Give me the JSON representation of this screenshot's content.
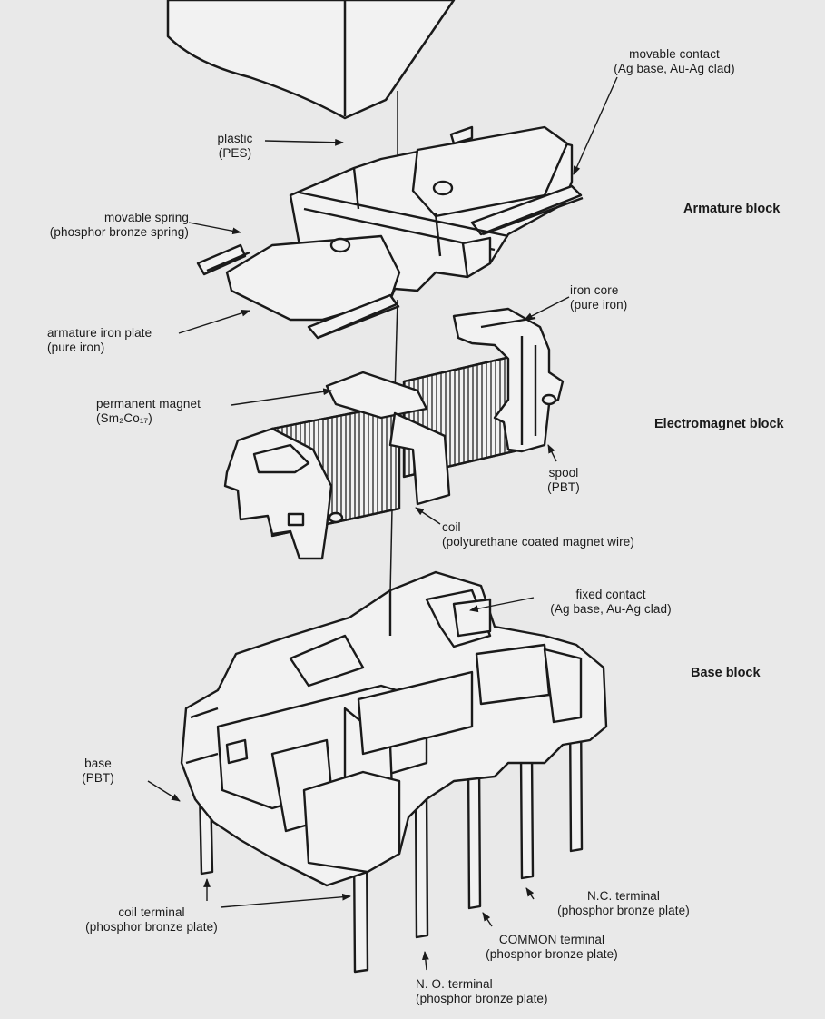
{
  "sections": {
    "armature": "Armature block",
    "electromagnet": "Electromagnet block",
    "base": "Base block"
  },
  "labels": {
    "movable_contact": {
      "l1": "movable contact",
      "l2": "(Ag base, Au-Ag clad)"
    },
    "plastic": {
      "l1": "plastic",
      "l2": "(PES)"
    },
    "movable_spring": {
      "l1": "movable spring",
      "l2": "(phosphor bronze spring)"
    },
    "armature_plate": {
      "l1": "armature iron plate",
      "l2": "(pure iron)"
    },
    "iron_core": {
      "l1": "iron core",
      "l2": "(pure iron)"
    },
    "magnet": {
      "l1": "permanent magnet",
      "l2": "(Sm₂Co₁₇)"
    },
    "spool": {
      "l1": "spool",
      "l2": "(PBT)"
    },
    "coil": {
      "l1": "coil",
      "l2": "(polyurethane coated magnet wire)"
    },
    "fixed_contact": {
      "l1": "fixed contact",
      "l2": "(Ag base, Au-Ag clad)"
    },
    "base": {
      "l1": "base",
      "l2": "(PBT)"
    },
    "coil_terminal": {
      "l1": "coil terminal",
      "l2": "(phosphor bronze plate)"
    },
    "nc_terminal": {
      "l1": "N.C. terminal",
      "l2": "(phosphor bronze plate)"
    },
    "common_terminal": {
      "l1": "COMMON terminal",
      "l2": "(phosphor bronze plate)"
    },
    "no_terminal": {
      "l1": "N. O. terminal",
      "l2": "(phosphor bronze plate)"
    }
  }
}
